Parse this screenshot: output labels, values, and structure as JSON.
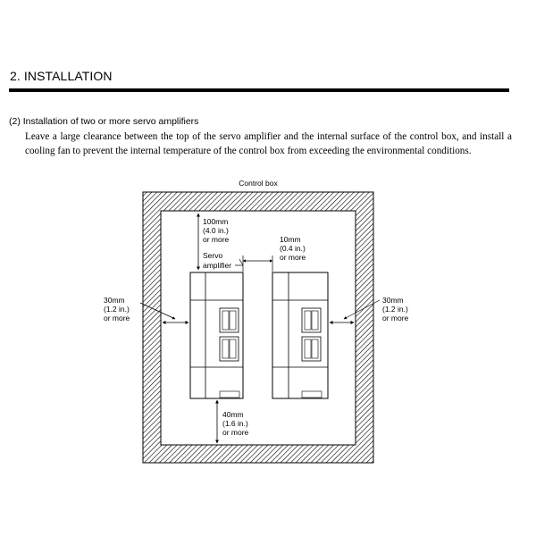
{
  "header": {
    "section_heading": "2. INSTALLATION"
  },
  "section": {
    "title": "(2) Installation of two or more servo amplifiers",
    "body": "Leave a large clearance between the top of the servo amplifier and the internal surface of the control box, and install a cooling fan to prevent the internal temperature of the control box from exceeding the environmental conditions."
  },
  "diagram": {
    "box_label": "Control box",
    "top_clearance": [
      "100mm",
      "(4.0 in.)",
      "or more"
    ],
    "gap_clearance": [
      "10mm",
      "(0.4 in.)",
      "or more"
    ],
    "servo_label": [
      "Servo",
      "amplifier"
    ],
    "left_clearance": [
      "30mm",
      "(1.2 in.)",
      "or more"
    ],
    "right_clearance": [
      "30mm",
      "(1.2 in.)",
      "or more"
    ],
    "bottom_clearance": [
      "40mm",
      "(1.6 in.)",
      "or more"
    ]
  }
}
